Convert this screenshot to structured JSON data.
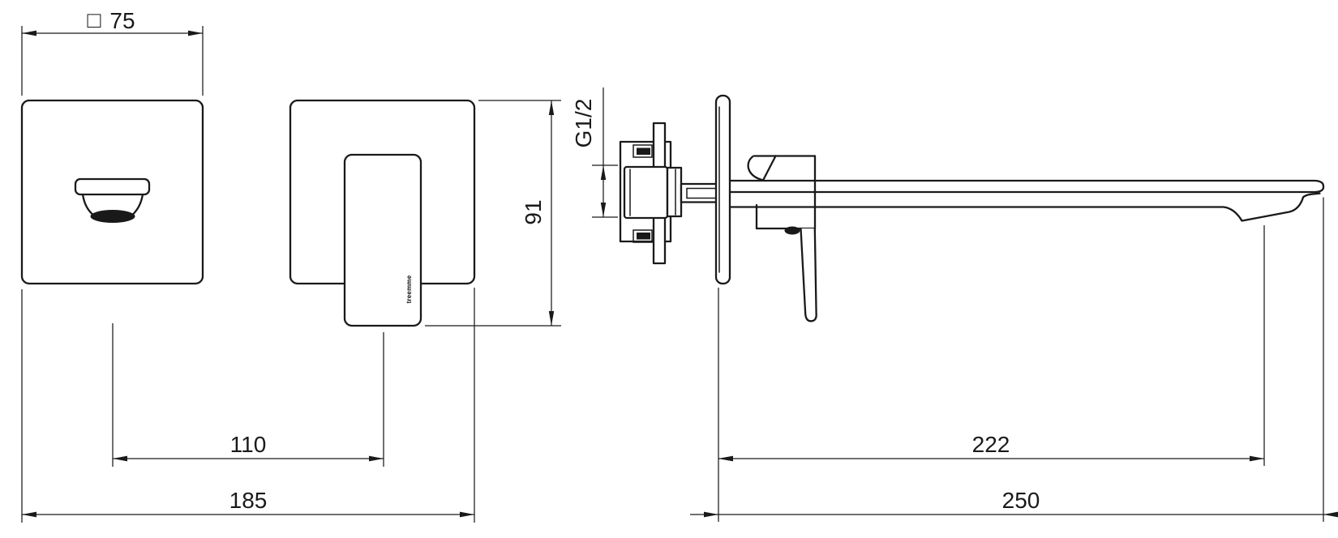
{
  "drawing": {
    "type": "technical-dimension-drawing",
    "subject": "Wall-mounted single-lever basin mixer — front view (spout plate and handle plate) and side view with cascade spout",
    "brand_mark": "treemme",
    "colors": {
      "line": "#1a1a1a",
      "background": "#ffffff"
    },
    "dimensions": {
      "plate_size_symbol": "□",
      "plate_size": "75",
      "height": "91",
      "spout_to_handle_spacing": "110",
      "overall_width": "185",
      "inlet_thread": "G1/2",
      "spout_reach_to_lip": "222",
      "overall_depth": "250"
    }
  }
}
